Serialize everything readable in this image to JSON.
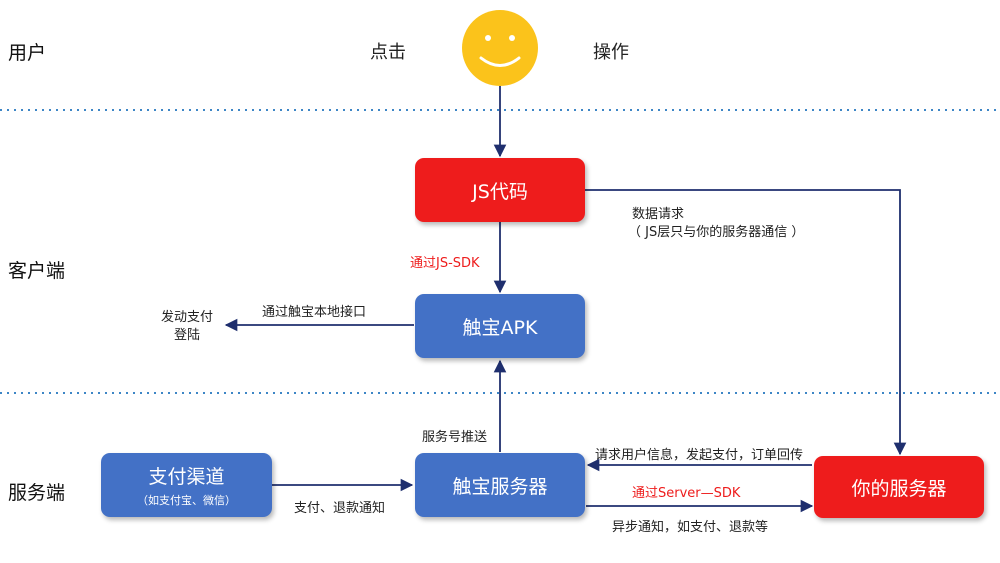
{
  "lanes": {
    "user": "用户",
    "client": "客户端",
    "server": "服务端"
  },
  "user": {
    "click": "点击",
    "operate": "操作"
  },
  "boxes": {
    "js_code": "JS代码",
    "apk": "触宝APK",
    "chubao_server": "触宝服务器",
    "your_server": "你的服务器",
    "pay_channel": "支付渠道",
    "pay_channel_sub": "（如支付宝、微信）"
  },
  "edges": {
    "data_request": "数据请求",
    "data_request_note": "（ JS层只与你的服务器通信 ）",
    "via_js_sdk": "通过JS-SDK",
    "via_local_interface": "通过触宝本地接口",
    "launch_pay": "发动支付",
    "login": "登陆",
    "service_push": "服务号推送",
    "request_user_info": "请求用户信息，发起支付，订单回传",
    "via_server_sdk": "通过Server—SDK",
    "async_notify": "异步通知，如支付、退款等",
    "pay_refund_notify": "支付、退款通知"
  },
  "colors": {
    "red_box": "#ee1c1c",
    "blue_box": "#4371c6",
    "arrow": "#1f2f6e",
    "divider": "#3d86c6",
    "smiley": "#fbc31b"
  }
}
